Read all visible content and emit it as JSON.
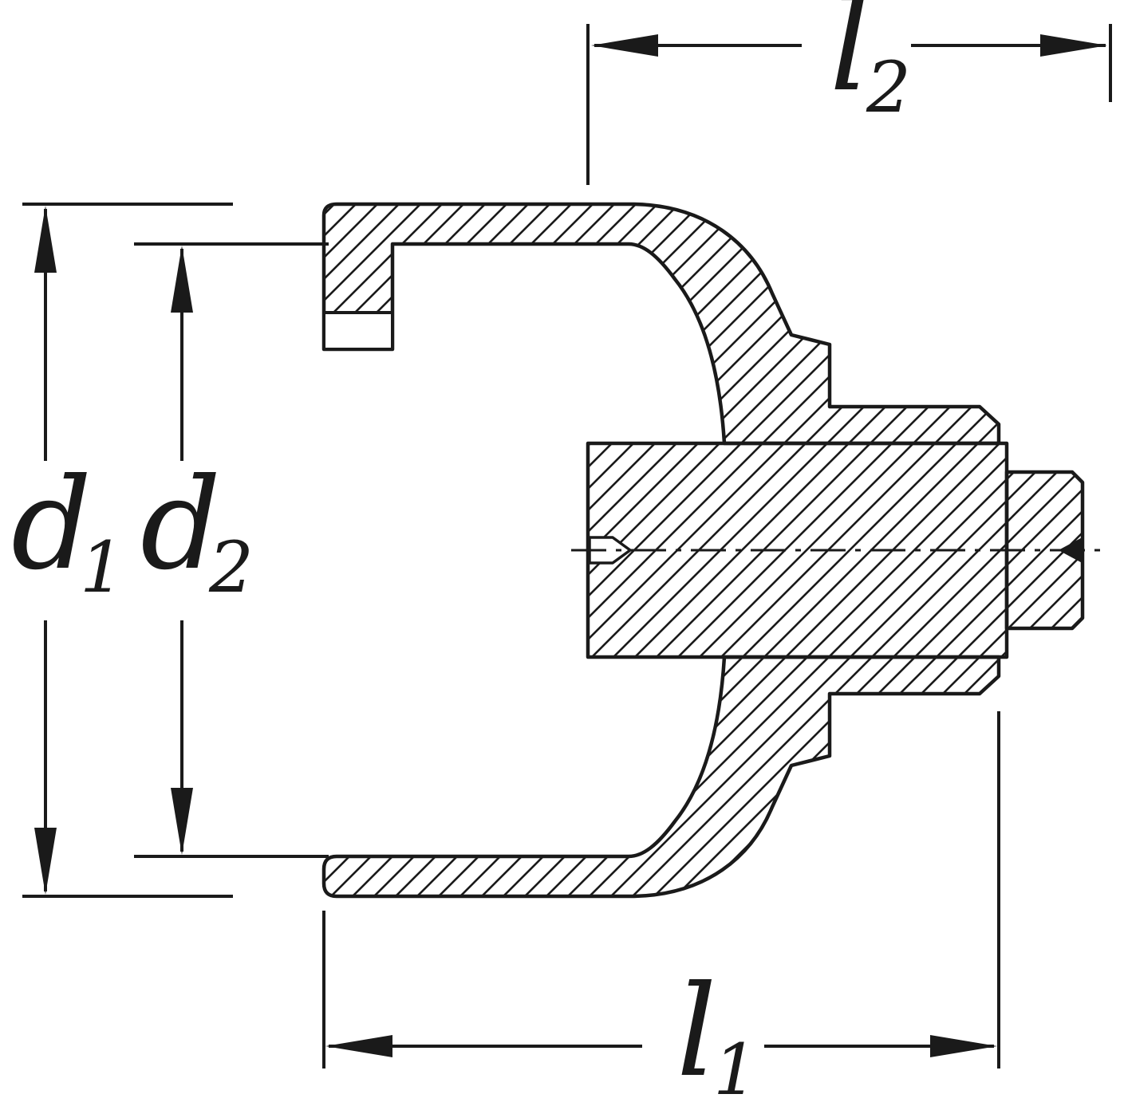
{
  "diagram": {
    "type": "technical-cross-section-drawing",
    "description": "Sectioned yoke / insert tool with square drive, dimensioned",
    "colors": {
      "line": "#1a1a1a",
      "background": "#ffffff"
    },
    "labels": {
      "d1": {
        "main": "d",
        "sub": "1"
      },
      "d2": {
        "main": "d",
        "sub": "2"
      },
      "l1": {
        "main": "l",
        "sub": "1"
      },
      "l2": {
        "main": "l",
        "sub": "2"
      }
    }
  }
}
